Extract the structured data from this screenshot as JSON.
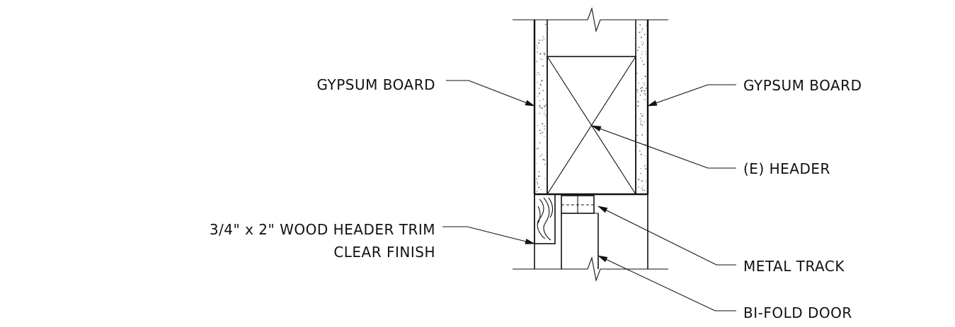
{
  "labels": {
    "gypsum_left": "GYPSUM BOARD",
    "gypsum_right": "GYPSUM BOARD",
    "header": "(E) HEADER",
    "trim_line1": "3/4\" x 2\" WOOD HEADER TRIM",
    "trim_line2": "CLEAR FINISH",
    "metal_track": "METAL TRACK",
    "bifold_door": "BI-FOLD DOOR"
  }
}
